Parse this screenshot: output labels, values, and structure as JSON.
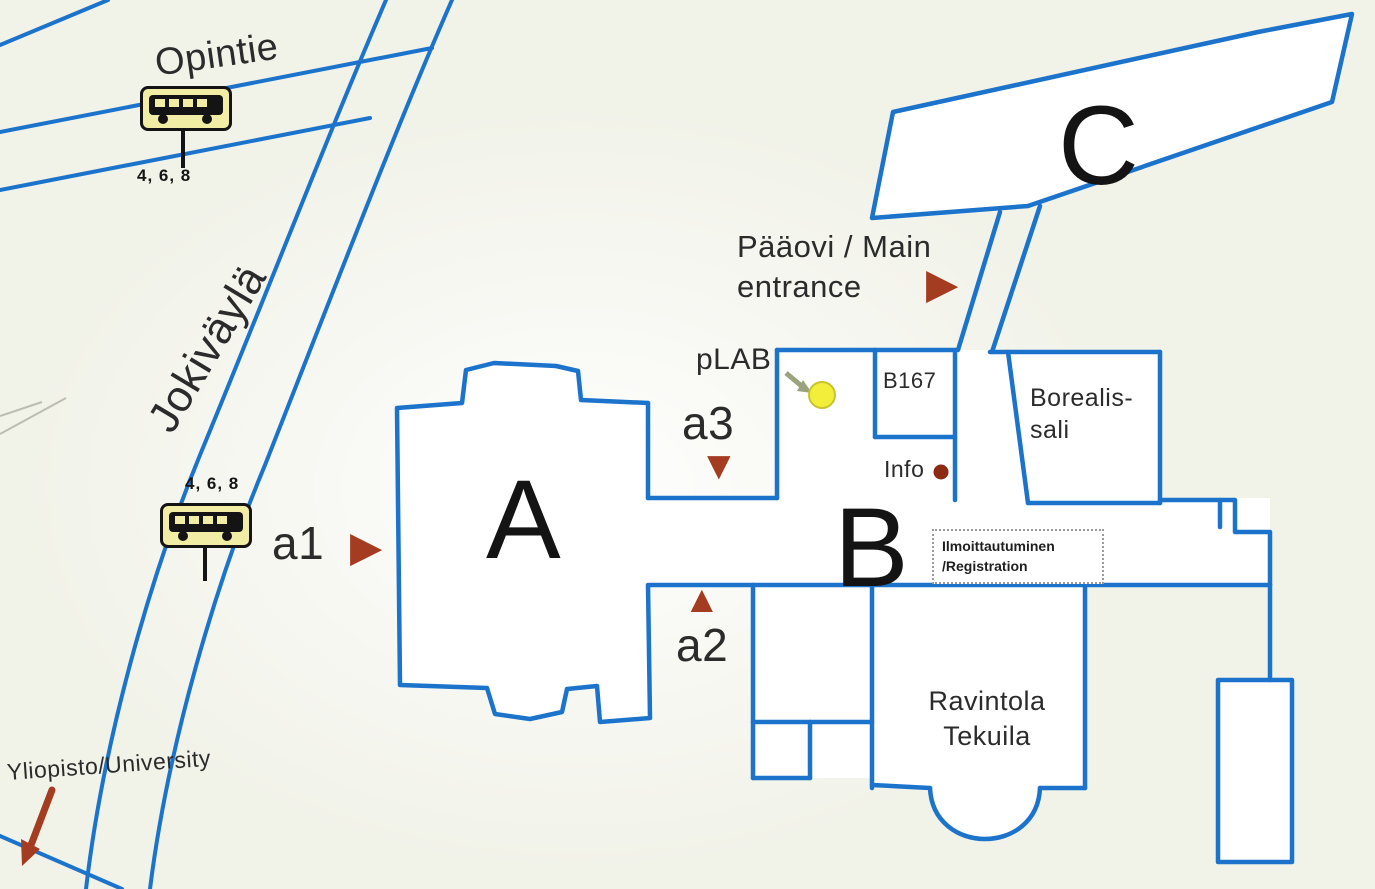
{
  "colors": {
    "background": "#f1f2e8",
    "map_line_blue": "#1b73cc",
    "building_fill": "#ffffff",
    "arrow_red": "#a43c21",
    "info_dot": "#8c2a12",
    "plab_dot_fill": "#f2ee3a",
    "plab_dot_stroke": "#c9c42e",
    "plab_pointer": "#9aa37e",
    "bus_sign_fill": "#f2eda4",
    "bus_sign_border": "#141414",
    "text_dark": "#2b2b2b"
  },
  "roads": {
    "opintie_label": "Opintie",
    "jokivayla_label": "Jokiväylä"
  },
  "bus_stops": {
    "top": {
      "lines": "4, 6, 8"
    },
    "bottom": {
      "lines": "4, 6, 8"
    }
  },
  "buildings": {
    "a": "A",
    "b": "B",
    "c": "C"
  },
  "entrances": {
    "main_line1": "Pääovi / Main",
    "main_line2": "entrance",
    "a1": "a1",
    "a2": "a2",
    "a3": "a3"
  },
  "places": {
    "plab": "pLAB",
    "b167": "B167",
    "borealis_line1": "Borealis-",
    "borealis_line2": "sali",
    "info": "Info",
    "registration_line1": "Ilmoittautuminen",
    "registration_line2": "/Registration",
    "ravintola_line1": "Ravintola",
    "ravintola_line2": "Tekuila",
    "university": "Yliopisto/University"
  },
  "icons": {
    "arrow_right": "▶",
    "arrow_up": "▲",
    "arrow_down": "▼",
    "bus_stop": "bus-stop-sign",
    "university_arrow": "down-left-arrow",
    "plab_marker": "yellow-circle",
    "info_marker": "dark-red-dot"
  }
}
